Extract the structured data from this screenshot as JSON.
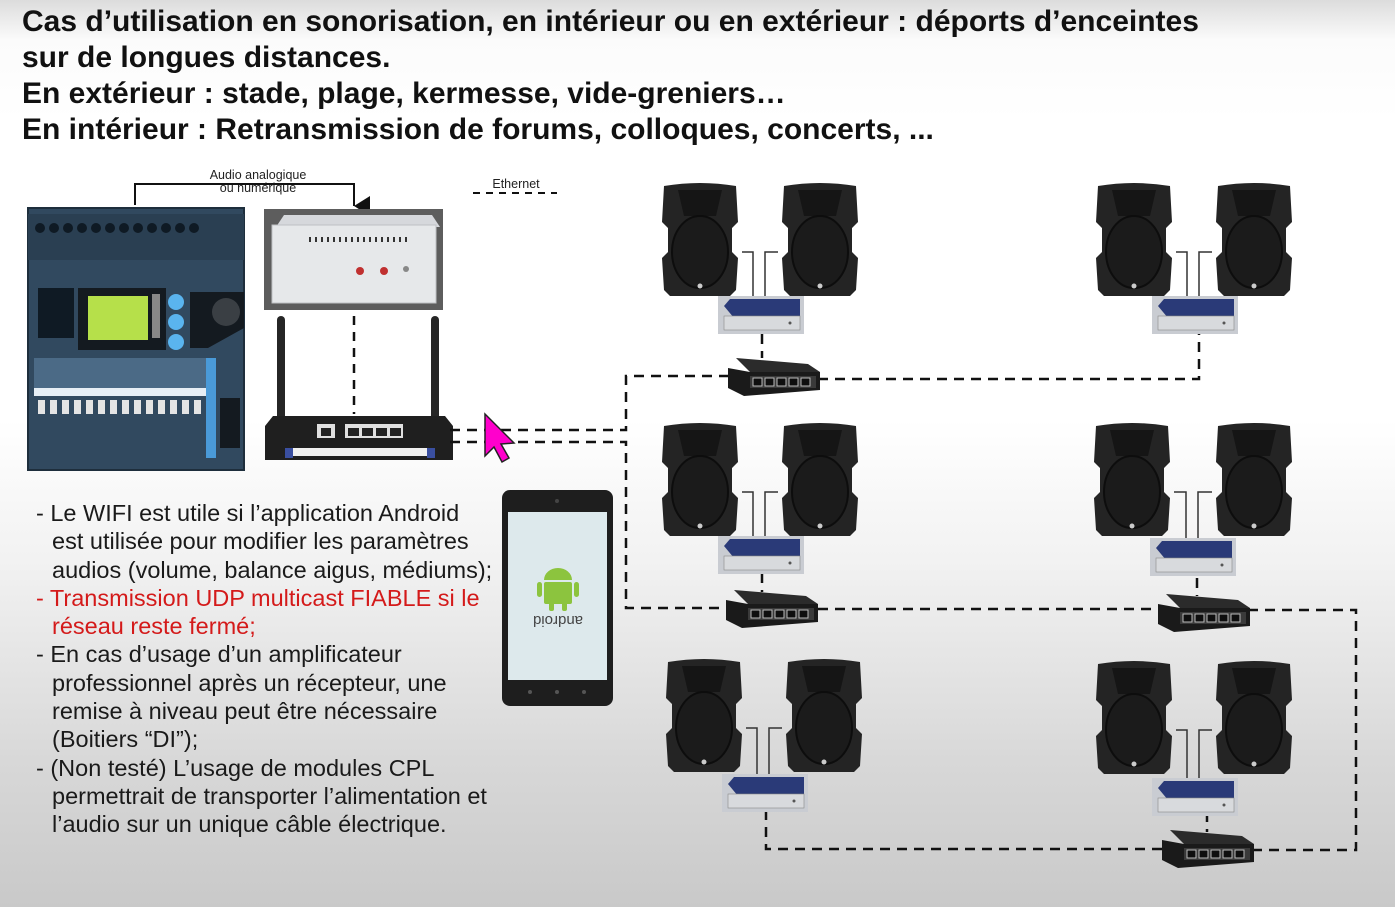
{
  "title": {
    "lines": [
      "Cas d’utilisation en sonorisation, en intérieur ou en extérieur : déports d’enceintes",
      "sur de longues distances.",
      "En extérieur : stade, plage, kermesse, vide-greniers…",
      "En intérieur : Retransmission de forums, colloques, concerts, ..."
    ]
  },
  "diagram": {
    "audio_link_label_1": "Audio analogique",
    "audio_link_label_2": "ou numérique",
    "ethernet_legend_label": "Ethernet",
    "devices": {
      "mixer": "mixing-console",
      "emitter": "audio-emitter-box",
      "router": "wifi-router",
      "phone": "android-smartphone",
      "phone_brand_text": "android"
    },
    "speaker_groups": 6,
    "switches": 4,
    "colors": {
      "cursor": "#ff00cc",
      "android_green": "#8cc43e",
      "red_text": "#d41a1a"
    }
  },
  "bullets": [
    {
      "text": "- Le WIFI est utile si l’application Android est utilisée pour modifier les paramètres audios (volume, balance aigus, médiums);",
      "highlight": false
    },
    {
      "text": "- Transmission UDP multicast FIABLE si le réseau reste fermé;",
      "highlight": true
    },
    {
      "text": "- En cas d’usage d’un amplificateur professionnel après un récepteur, une remise à niveau peut être nécessaire (Boitiers “DI”);",
      "highlight": false
    },
    {
      "text": "- (Non testé) L’usage de modules CPL permettrait de transporter l’alimentation et l’audio sur un unique câble électrique.",
      "highlight": false
    }
  ]
}
